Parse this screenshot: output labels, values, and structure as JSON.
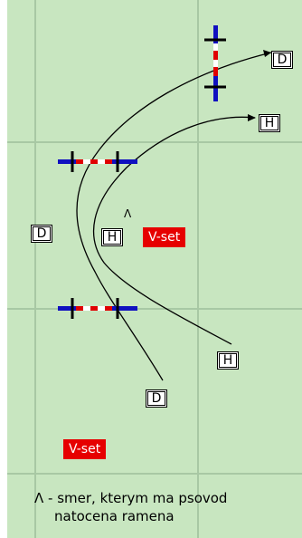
{
  "labels": {
    "d_top": "D",
    "h_upper": "H",
    "d_left": "D",
    "h_middle": "H",
    "h_lower": "H",
    "d_bottom": "D"
  },
  "vset": {
    "middle": "V-set",
    "bottom": "V-set"
  },
  "direction_symbol": "Λ",
  "legend": {
    "line1": "Λ - smer, kterym ma psovod",
    "line2": "natocena ramena"
  },
  "colors": {
    "background": "#c8e6c0",
    "grid": "#a8c8a4",
    "vset_fill": "#e60000",
    "obstacle_blue": "#1010c0",
    "obstacle_red": "#e00000"
  }
}
